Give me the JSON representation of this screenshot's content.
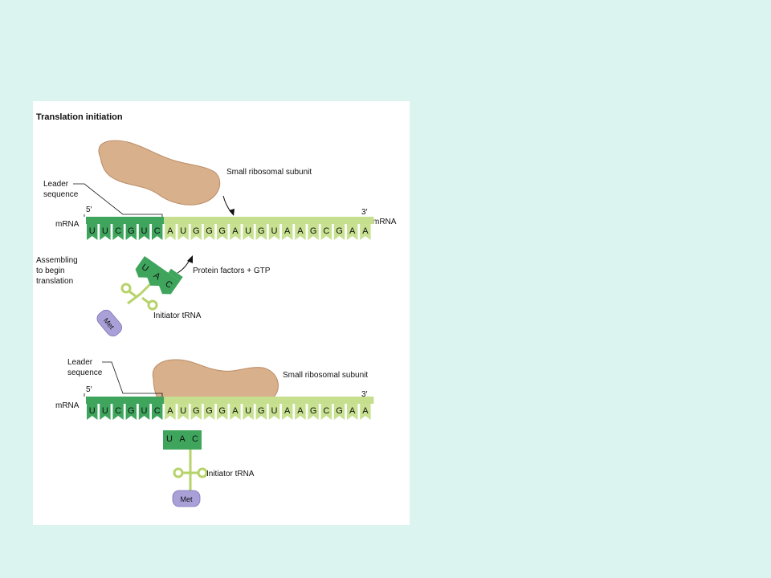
{
  "title": "Translation initiation",
  "colors": {
    "page_background": "#dcf4f0",
    "panel_background": "#ffffff",
    "leader_dark_green": "#3fa55d",
    "mrna_light_green": "#c5df8f",
    "mrna_tooth_light": "#c7e190",
    "ribosome": "#d9b08c",
    "met_purple": "#a9a0d8",
    "trna_stroke": "#b7d36a"
  },
  "top": {
    "leader_label": [
      "Leader",
      "sequence"
    ],
    "five_prime": "5′",
    "three_prime": "3′",
    "mrna_left_label": "mRNA",
    "mrna_right_label": "mRNA",
    "ribosome_label": "Small ribosomal subunit",
    "assembling_label": [
      "Assembling",
      "to begin",
      "translation"
    ],
    "protein_factors_label": "Protein factors + GTP",
    "anticodon": [
      "U",
      "A",
      "C"
    ],
    "met_label": "Met",
    "trna_label": "Initiator tRNA"
  },
  "bottom": {
    "leader_label": [
      "Leader",
      "sequence"
    ],
    "five_prime": "5′",
    "three_prime": "3′",
    "mrna_left_label": "mRNA",
    "ribosome_label": "Small ribosomal subunit",
    "anticodon": [
      "U",
      "A",
      "C"
    ],
    "met_label": "Met",
    "trna_label": "Initiator tRNA"
  },
  "mrna_sequence": [
    "U",
    "U",
    "C",
    "G",
    "U",
    "C",
    "A",
    "U",
    "G",
    "G",
    "G",
    "A",
    "U",
    "G",
    "U",
    "A",
    "A",
    "G",
    "C",
    "G",
    "A",
    "A"
  ],
  "leader_length": 6
}
